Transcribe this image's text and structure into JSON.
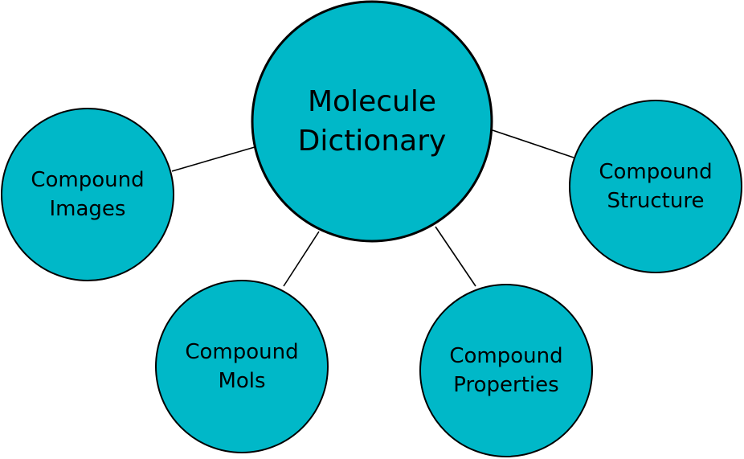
{
  "colors": {
    "node_fill": "#00b8c8",
    "stroke": "#000000",
    "background": "#ffffff"
  },
  "center": {
    "line1": "Molecule",
    "line2": "Dictionary"
  },
  "nodes": [
    {
      "id": "images",
      "line1": "Compound",
      "line2": "Images"
    },
    {
      "id": "mols",
      "line1": "Compound",
      "line2": "Mols"
    },
    {
      "id": "properties",
      "line1": "Compound",
      "line2": "Properties"
    },
    {
      "id": "structure",
      "line1": "Compound",
      "line2": "Structure"
    }
  ]
}
